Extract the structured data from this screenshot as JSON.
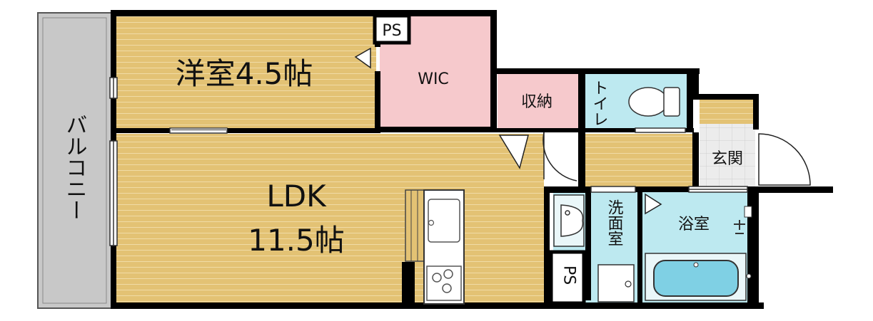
{
  "rooms": {
    "balcony": "バルコニー",
    "western_room": "洋室4.5帖",
    "ps_top": "PS",
    "wic": "WIC",
    "storage": "収納",
    "toilet": "トイレ",
    "entrance": "玄関",
    "ldk_name": "LDK",
    "ldk_size": "11.5帖",
    "washroom": "洗面室",
    "bathroom": "浴室",
    "ps_bottom": "PS"
  },
  "colors": {
    "wood": "#e3c274",
    "wood_line": "#f0dba6",
    "wic_pink": "#f6c9cc",
    "water_blue": "#bde9f0",
    "tub_blue": "#7fd0e4",
    "balcony_gray": "#c8c8c8",
    "entrance_gray": "#e8e8e8",
    "wall": "#000000"
  }
}
